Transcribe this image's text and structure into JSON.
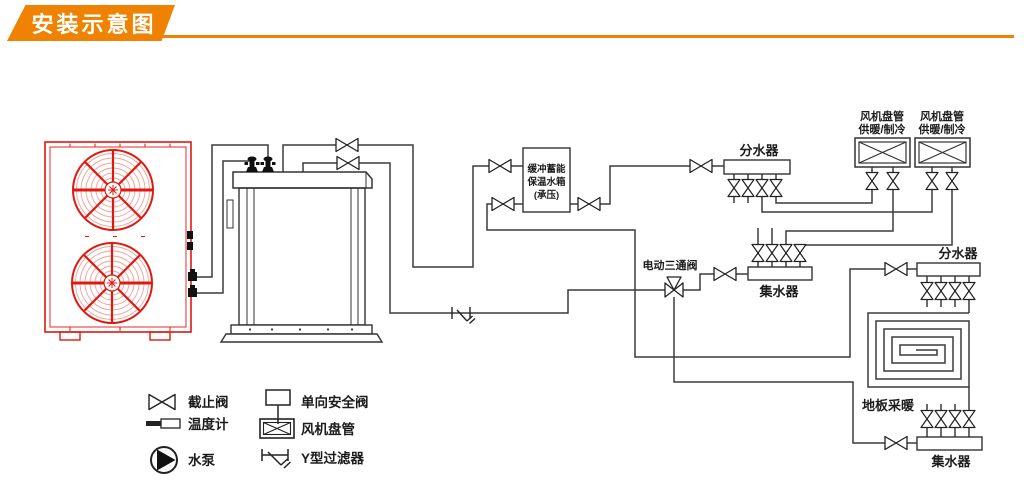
{
  "title": "安装示意图",
  "colors": {
    "accent": "#ef8200",
    "outdoor_unit_red": "#e0180f",
    "pipe_line": "#3b3b3b"
  },
  "diagram": {
    "buffer_tank": {
      "line1": "缓冲蓄能",
      "line2": "保温水箱",
      "line3": "(承压)"
    },
    "fan_coil_1": {
      "line1": "风机盘管",
      "line2": "供暖/制冷"
    },
    "fan_coil_2": {
      "line1": "风机盘管",
      "line2": "供暖/制冷"
    },
    "top_distributor": "分水器",
    "middle_collector": "集水器",
    "bottom_distributor": "分水器",
    "bottom_collector": "集水器",
    "three_way_valve": "电动三通阀",
    "floor_heating": "地板采暖"
  },
  "legend": {
    "items": [
      {
        "icon": "stop-valve-icon",
        "label": "截止阀"
      },
      {
        "icon": "thermometer-icon",
        "label": "温度计"
      },
      {
        "icon": "water-pump-icon",
        "label": "水泵"
      },
      {
        "icon": "one-way-safety-valve-icon",
        "label": "单向安全阀"
      },
      {
        "icon": "fan-coil-icon",
        "label": "风机盘管"
      },
      {
        "icon": "y-filter-icon",
        "label": "Y型过滤器"
      }
    ]
  }
}
